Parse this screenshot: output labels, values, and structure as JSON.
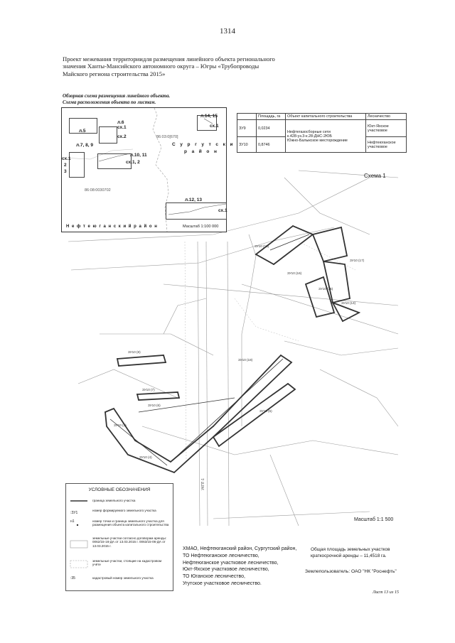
{
  "page_number": "1314",
  "title": "Проект межевания территориидля размещения линейного объекта регионального значения Ханты-Мансийского автономного округа – Югры «Трубопроводы Майского региона строительства 2015»",
  "subtitle": {
    "line1": "Обзорная схема размещения линейного объекта.",
    "line2": "Схема расположения объекта по листам."
  },
  "overview": {
    "labels": {
      "p5": "л.5",
      "p6": "л.6",
      "sx1a": "сх.1",
      "sx2a": "сх.2",
      "p14": "л.14, 15",
      "sx1b": "сх.1",
      "p789": "л.7, 8, 9",
      "sx1c": "сх.1",
      "sx2c": "2",
      "sx3c": "3",
      "p1011": "л.10, 11",
      "sx12": "сх.1, 2",
      "p1213": "л.12, 13",
      "sx1d": "сх.1",
      "cad1": "86:03:0[670]",
      "cad2": "86:08:0030702",
      "district_surgut_1": "С у р г у т с к и й",
      "district_surgut_2": "р а й о н",
      "district_nefte": "Н е ф т е ю г а н с к и й   р а й о н",
      "scale": "Масштаб 1:100 000"
    }
  },
  "table": {
    "headers": [
      "",
      "Площадь, га",
      "Объект капитального строительства",
      "Лесничество"
    ],
    "rows": [
      {
        "id": "ЗУ9",
        "area": "0,0234",
        "forest": "Юкт-Яхское участковое"
      },
      {
        "id": "ЗУ10",
        "area": "0,8746",
        "forest": "Нефтеюганское участковое"
      }
    ],
    "object_line1": "Нефтегазосборные сети",
    "object_line2": "к.428-уз.3-к.28-ДНС-2ЮБ",
    "object_line3": "Южно-Балыкское месторождение"
  },
  "map": {
    "schema_label": "Схема 1",
    "scale": "Масштаб 1:1 500",
    "parcel_labels": [
      "ЗУ10 (18)",
      "ЗУ10 (17)",
      "ЗУ10 (16)",
      "ЗУ10 (15)",
      "ЗУ10 (14)",
      "ЗУ10 (13)",
      "ЗУ10 (8)",
      "ЗУ10 (7)",
      "ЗУ10 (6)",
      "ЗУ10 (5)",
      "ЗУ10 (4)",
      "ЗУ10 (3)"
    ],
    "road_label": "УКПГ-1"
  },
  "legend": {
    "title": "УСЛОВНЫЕ ОБОЗНАЧЕНИЯ",
    "items": [
      {
        "symbol": "",
        "text": "граница земельного участка"
      },
      {
        "symbol": ":ЗУ1",
        "text": "номер формируемого земельного участка"
      },
      {
        "symbol": "н1",
        "text": "номер точки и граница земельного участка для размещения объекта капитального строительства"
      },
      {
        "symbol": "",
        "text": "земельные участки согласно договорам аренды: 0062/15-16-ДА от 13.03.2015 г. 0063/15-06-ДА от 13.03.2015 г."
      },
      {
        "symbol": "",
        "text": "земельные участки, стоящие на кадастровом учёте"
      },
      {
        "symbol": ":35",
        "text": "кадастровый номер земельного участка"
      }
    ]
  },
  "info": {
    "left": [
      "ХМАО, Нефтеюганский район, Сургутский район,",
      "ТО Нефтеюганское лесничество,",
      "Нефтеюганское участковое лесничество,",
      "Юкт-Яхское участковое лесничество,",
      "ТО Юганское лесничество,",
      "Угутское участковое лесничество."
    ],
    "right_area_line1": "Общая площадь земельных участков",
    "right_area_line2": "краткосрочной аренды – 11,4518 га.",
    "user": "Землепользователь: ОАО \"НК \"Роснефть\""
  },
  "sheet": "Лист 13 из 15",
  "colors": {
    "ink": "#1a1a1a",
    "faint": "#9a9a9a",
    "boundary": "#333333"
  }
}
